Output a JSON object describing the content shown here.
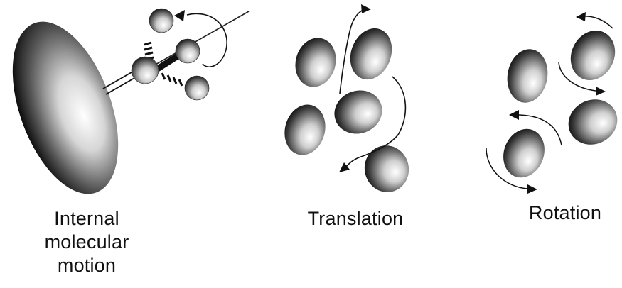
{
  "panels": {
    "internal": {
      "caption_lines": [
        "Internal",
        "molecular",
        "motion"
      ]
    },
    "translation": {
      "caption": "Translation"
    },
    "rotation": {
      "caption": "Rotation"
    }
  }
}
